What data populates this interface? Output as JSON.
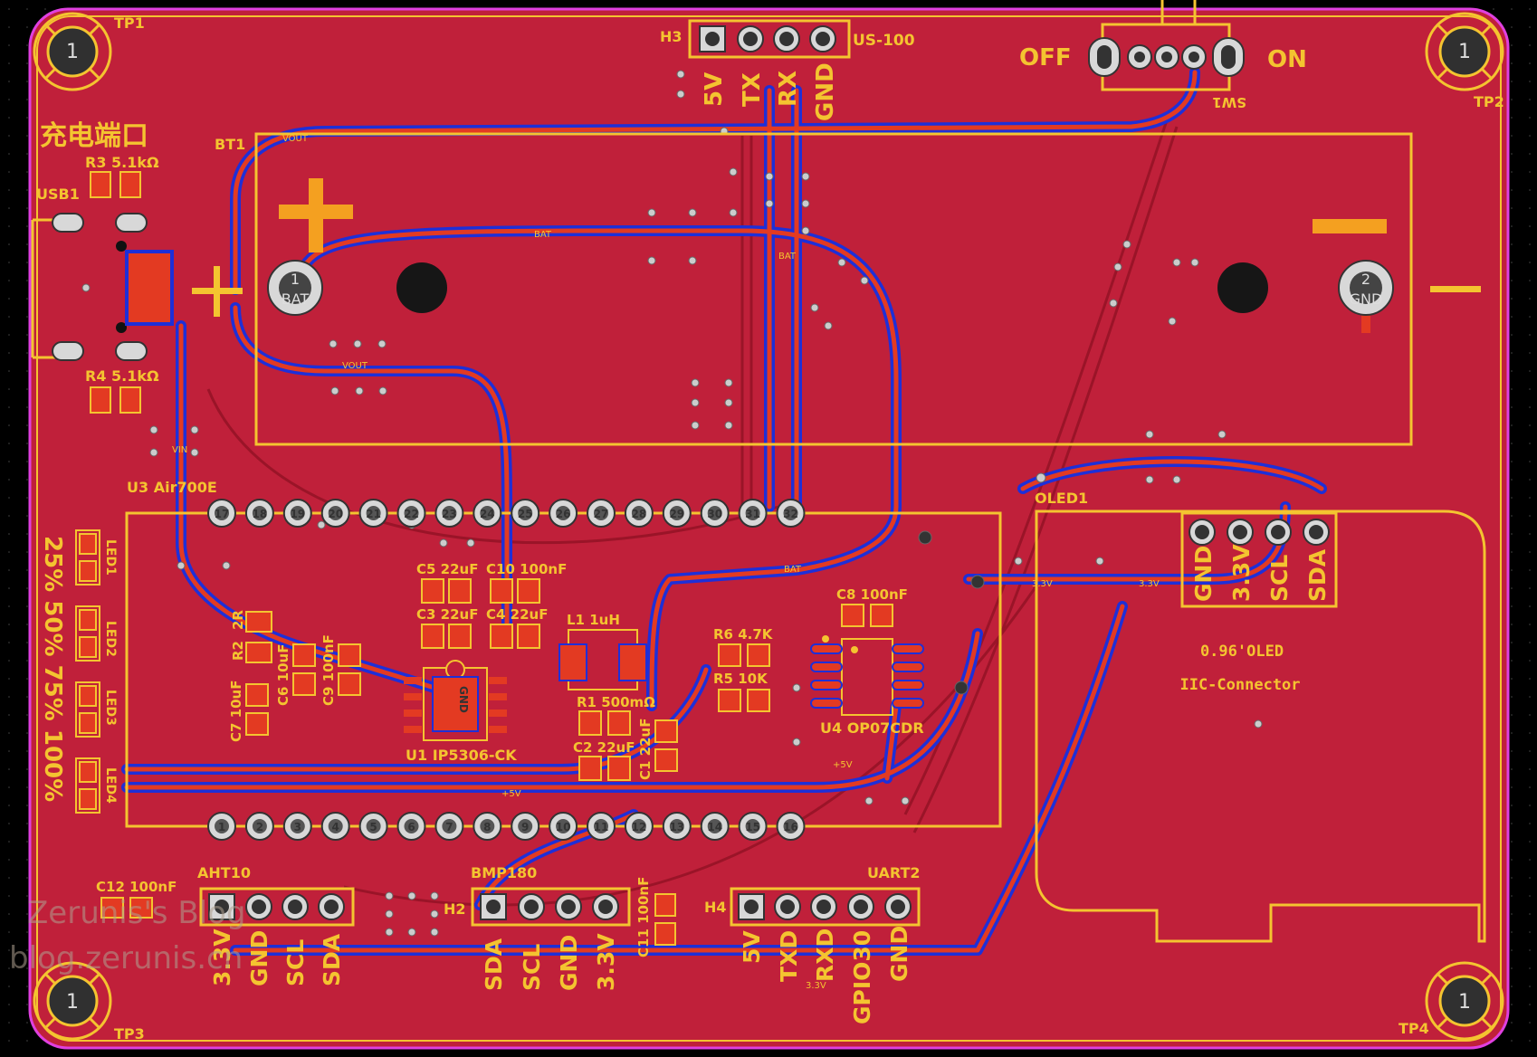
{
  "colors": {
    "background": "#000000",
    "copper_top": "#C0203A",
    "copper_bottom": "#1E2FD8",
    "silkscreen": "#F4C430",
    "board_outline": "#E040E0",
    "pad": "#D8D8D8"
  },
  "testpoints": [
    {
      "label": "TP1",
      "pin": "1"
    },
    {
      "label": "TP2",
      "pin": "1"
    },
    {
      "label": "TP3",
      "pin": "1"
    },
    {
      "label": "TP4",
      "pin": "1"
    }
  ],
  "header_h3": {
    "ref": "H3",
    "part": "US-100",
    "pins": [
      "5V",
      "TX",
      "RX",
      "GND"
    ]
  },
  "switch_sw1": {
    "ref": "SW1",
    "off": "OFF",
    "on": "ON"
  },
  "usb": {
    "ref": "USB1",
    "caption": "充电端口",
    "r3": "R3  5.1kΩ",
    "r4": "R4  5.1kΩ"
  },
  "battery": {
    "ref": "BT1",
    "pin1_num": "1",
    "pin1_name": "BAT",
    "pin2_num": "2",
    "pin2_name": "GND",
    "plus": "+",
    "minus": "−"
  },
  "module_u3": {
    "ref": "U3 Air700E",
    "top_pins": [
      "17",
      "18",
      "19",
      "20",
      "21",
      "22",
      "23",
      "24",
      "25",
      "26",
      "27",
      "28",
      "29",
      "30",
      "31",
      "32"
    ],
    "bottom_pins": [
      "1",
      "2",
      "3",
      "4",
      "5",
      "6",
      "7",
      "8",
      "9",
      "10",
      "11",
      "12",
      "13",
      "14",
      "15",
      "16"
    ]
  },
  "leds": {
    "refs": [
      "LED1",
      "LED2",
      "LED3",
      "LED4"
    ],
    "levels": "25% 50% 75% 100%"
  },
  "components": {
    "c5": "C5 22uF",
    "c10": "C10  100nF",
    "c3": "C3 22uF",
    "c4": "C4 22uF",
    "l1": "L1 1uH",
    "r2": "R2",
    "r2_val": "2R",
    "c6": "C6 10uF",
    "c9": "C9 100nF",
    "c7": "C7 10uF",
    "u1": "U1  IP5306-CK",
    "r1": "R1 500mΩ",
    "c2": "C2 22uF",
    "c1": "C1 22uF",
    "r6": "R6  4.7K",
    "r5": "R5  10K",
    "c8": "C8  100nF",
    "u4": "U4  OP07CDR",
    "c12": "C12 100nF",
    "c11": "C11 100nF",
    "u1_pad": "GND"
  },
  "oled": {
    "ref": "OLED1",
    "pins": [
      "GND",
      "3.3V",
      "SCL",
      "SDA"
    ],
    "title": "0.96'OLED",
    "subtitle": "IIC-Connector"
  },
  "aht10": {
    "ref": "AHT10",
    "pins": [
      "3.3V",
      "GND",
      "SCL",
      "SDA"
    ]
  },
  "bmp180": {
    "ref": "BMP180",
    "header": "H2",
    "pins": [
      "SDA",
      "SCL",
      "GND",
      "3.3V"
    ]
  },
  "uart2": {
    "ref": "UART2",
    "header": "H4",
    "pins": [
      "5V",
      "TXD",
      "RXD",
      "GPIO30",
      "GND"
    ]
  },
  "nets": {
    "bat": "BAT",
    "vout": "VOUT",
    "vin": "VIN",
    "v33": "3.3V",
    "v5": "+5V",
    "gnd": "GND"
  },
  "watermark": {
    "line1": "Zerunis's Blog",
    "line2": "blog.zerunis.cn"
  }
}
